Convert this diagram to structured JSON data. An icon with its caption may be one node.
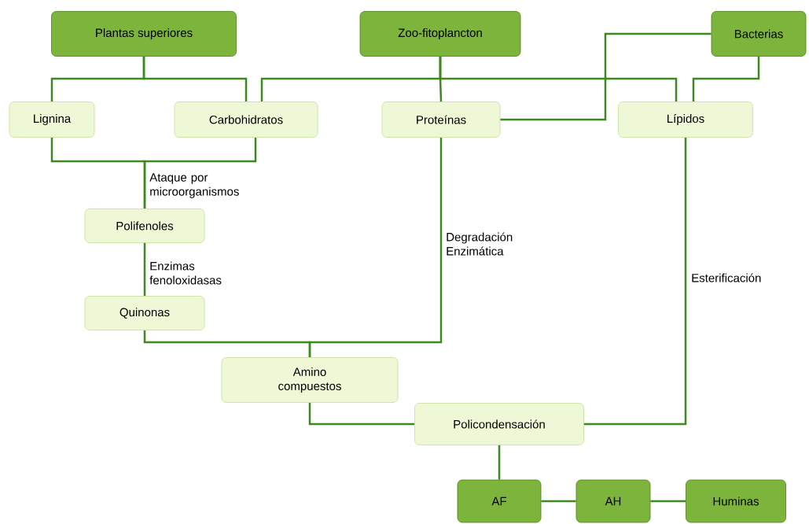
{
  "diagram": {
    "nodes": [
      {
        "text": [
          "Plantas superiores"
        ]
      },
      {
        "text": [
          "Zoo-fitoplancton"
        ]
      },
      {
        "text": [
          "Bacterias"
        ]
      },
      {
        "text": [
          "Lignina"
        ]
      },
      {
        "text": [
          "Carbohidratos"
        ]
      },
      {
        "text": [
          "Proteínas"
        ]
      },
      {
        "text": [
          "Lípidos"
        ]
      },
      {
        "text": [
          "Polifenoles"
        ]
      },
      {
        "text": [
          "Quinonas"
        ]
      },
      {
        "text": [
          "Amino compuestos"
        ]
      },
      {
        "text": [
          "Policondensación"
        ]
      },
      {
        "text": [
          "AF"
        ]
      },
      {
        "text": [
          "AH"
        ]
      },
      {
        "text": [
          "Huminas"
        ]
      }
    ],
    "edges": [
      {
        "from": 0,
        "to": 3,
        "arrow": "none"
      },
      {
        "from": 0,
        "to": 4,
        "arrow": "none"
      },
      {
        "from": 1,
        "to": 4,
        "arrow": "none"
      },
      {
        "from": 1,
        "to": 5,
        "arrow": "none"
      },
      {
        "from": 1,
        "to": 6,
        "arrow": "none"
      },
      {
        "from": 2,
        "to": 5,
        "arrow": "none"
      },
      {
        "from": 2,
        "to": 6,
        "arrow": "none"
      },
      {
        "from": 3,
        "to": 7,
        "arrow": "none",
        "label": "Ataque por microorganismos"
      },
      {
        "from": 4,
        "to": 7,
        "arrow": "none"
      },
      {
        "from": 7,
        "to": 8,
        "arrow": "none",
        "label": "Enzimas fenoloxidasas"
      },
      {
        "from": 8,
        "to": 9,
        "arrow": "none"
      },
      {
        "from": 5,
        "to": 9,
        "arrow": "none",
        "label": "Degradación Enzimática"
      },
      {
        "from": 9,
        "to": 10,
        "arrow": "none"
      },
      {
        "from": 6,
        "to": 10,
        "arrow": "none",
        "label": "Esterificación"
      },
      {
        "from": 10,
        "to": 11,
        "arrow": "none"
      },
      {
        "from": 11,
        "to": 12,
        "arrow": "none"
      },
      {
        "from": 12,
        "to": 13,
        "arrow": "none"
      }
    ]
  }
}
